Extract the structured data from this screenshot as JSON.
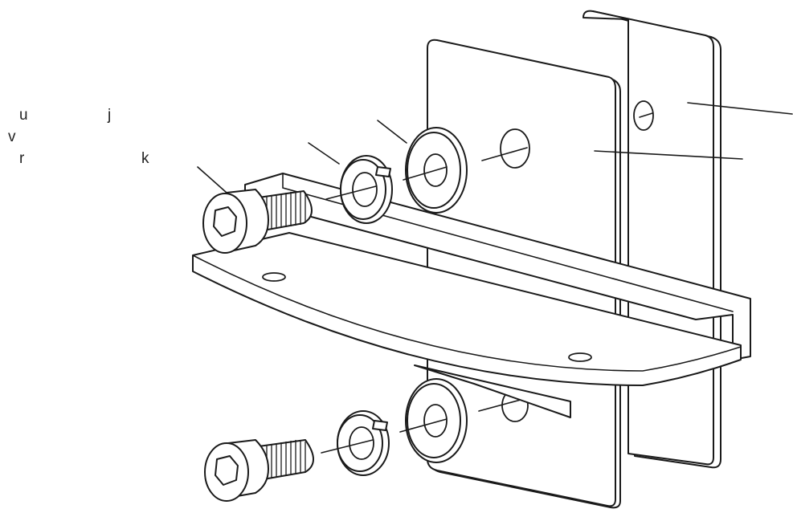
{
  "labels": {
    "u": "u",
    "j": "j",
    "v": "v",
    "r": "r",
    "k": "k"
  },
  "colors": {
    "line": "#1a1a1a",
    "fill": "#ffffff"
  }
}
